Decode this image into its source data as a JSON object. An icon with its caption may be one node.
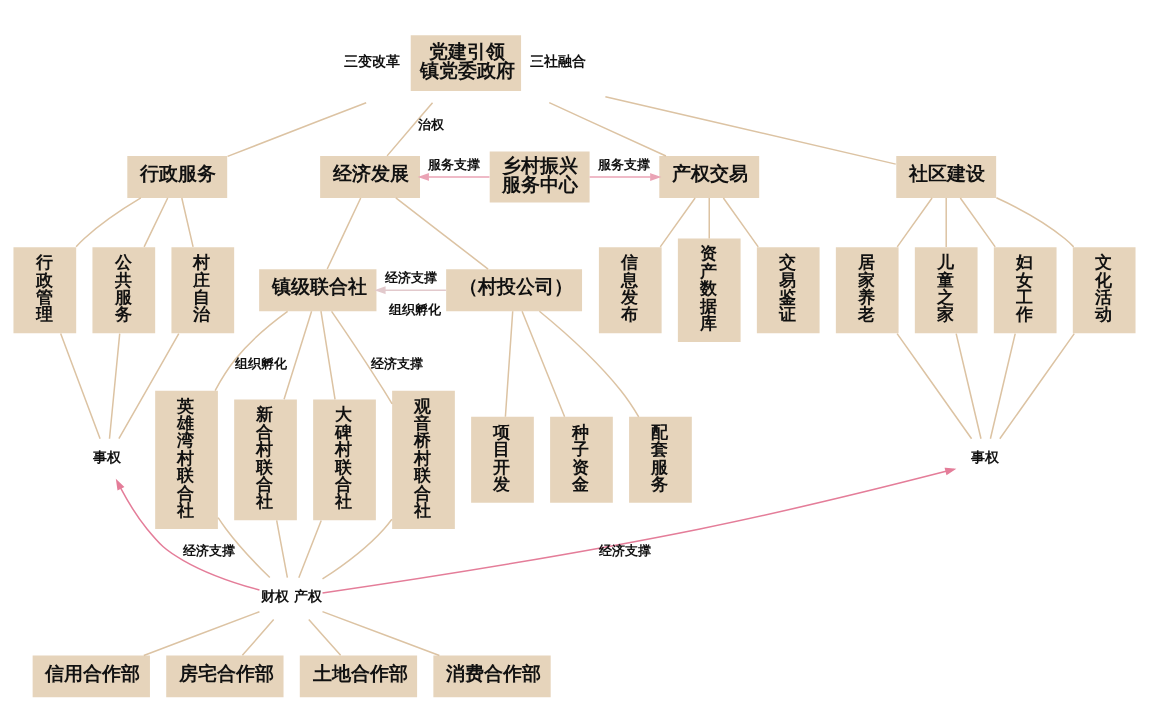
{
  "diagram": {
    "nodes": [
      {
        "text": [
          "党建引领",
          "镇党委政府"
        ],
        "beside": [
          "三变改革",
          "三社融合"
        ]
      },
      {
        "text": [
          "行政服务"
        ]
      },
      {
        "text": [
          "经济发展"
        ]
      },
      {
        "text": [
          "乡村振兴服务中心"
        ]
      },
      {
        "text": [
          "产权交易"
        ]
      },
      {
        "text": [
          "社区建设"
        ]
      },
      {
        "text": [
          "行政管理"
        ]
      },
      {
        "text": [
          "公共服务"
        ]
      },
      {
        "text": [
          "村庄自治"
        ]
      },
      {
        "text": [
          "镇级联合社"
        ]
      },
      {
        "text": [
          "（村投公司）"
        ]
      },
      {
        "text": [
          "英雄湾村联合社"
        ]
      },
      {
        "text": [
          "新合村联合社"
        ]
      },
      {
        "text": [
          "大碑村联合社"
        ]
      },
      {
        "text": [
          "观音桥村联合社"
        ]
      },
      {
        "text": [
          "项目开发"
        ]
      },
      {
        "text": [
          "种子资金"
        ]
      },
      {
        "text": [
          "配套服务"
        ]
      },
      {
        "text": [
          "信息发布"
        ]
      },
      {
        "text": [
          "资产数据库"
        ]
      },
      {
        "text": [
          "交易鉴证"
        ]
      },
      {
        "text": [
          "居家养老"
        ]
      },
      {
        "text": [
          "儿童之家"
        ]
      },
      {
        "text": [
          "妇女工作"
        ]
      },
      {
        "text": [
          "文化活动"
        ]
      },
      {
        "text": [
          "信用合作部"
        ]
      },
      {
        "text": [
          "房宅合作部"
        ]
      },
      {
        "text": [
          "土地合作部"
        ]
      },
      {
        "text": [
          "消费合作部"
        ]
      },
      {
        "text": [
          "事权"
        ]
      },
      {
        "text": [
          "事权"
        ]
      },
      {
        "text": [
          "财权 产权"
        ]
      }
    ],
    "edges": [
      {
        "from": 0,
        "to": 1,
        "arrow": "none"
      },
      {
        "from": 0,
        "to": 2,
        "arrow": "none",
        "label": "治权"
      },
      {
        "from": 0,
        "to": 4,
        "arrow": "none"
      },
      {
        "from": 0,
        "to": 5,
        "arrow": "none"
      },
      {
        "from": 3,
        "to": 2,
        "arrow": "to",
        "label": "服务支撑",
        "color": "#eaa3b5"
      },
      {
        "from": 3,
        "to": 4,
        "arrow": "to",
        "label": "服务支撑",
        "color": "#eaa3b5"
      },
      {
        "from": 1,
        "to": 6,
        "arrow": "none"
      },
      {
        "from": 1,
        "to": 7,
        "arrow": "none"
      },
      {
        "from": 1,
        "to": 8,
        "arrow": "none"
      },
      {
        "from": 2,
        "to": 9,
        "arrow": "none"
      },
      {
        "from": 2,
        "to": 10,
        "arrow": "none"
      },
      {
        "from": 10,
        "to": 9,
        "arrow": "to",
        "label": "经济支撑",
        "color": "#e2c9cc"
      },
      {
        "from": 9,
        "to": 11,
        "arrow": "none",
        "label": "组织孵化"
      },
      {
        "from": 9,
        "to": 12,
        "arrow": "none"
      },
      {
        "from": 9,
        "to": 13,
        "arrow": "none"
      },
      {
        "from": 9,
        "to": 14,
        "arrow": "none",
        "label": "经济支撑"
      },
      {
        "from": 10,
        "to": 15,
        "arrow": "none"
      },
      {
        "from": 10,
        "to": 16,
        "arrow": "none"
      },
      {
        "from": 10,
        "to": 17,
        "arrow": "none"
      },
      {
        "from": 4,
        "to": 18,
        "arrow": "none"
      },
      {
        "from": 4,
        "to": 19,
        "arrow": "none"
      },
      {
        "from": 4,
        "to": 20,
        "arrow": "none"
      },
      {
        "from": 5,
        "to": 21,
        "arrow": "none"
      },
      {
        "from": 5,
        "to": 22,
        "arrow": "none"
      },
      {
        "from": 5,
        "to": 23,
        "arrow": "none"
      },
      {
        "from": 5,
        "to": 24,
        "arrow": "none"
      },
      {
        "from": 6,
        "to": 29,
        "arrow": "none"
      },
      {
        "from": 7,
        "to": 29,
        "arrow": "none"
      },
      {
        "from": 8,
        "to": 29,
        "arrow": "none"
      },
      {
        "from": 21,
        "to": 30,
        "arrow": "none"
      },
      {
        "from": 22,
        "to": 30,
        "arrow": "none"
      },
      {
        "from": 23,
        "to": 30,
        "arrow": "none"
      },
      {
        "from": 24,
        "to": 30,
        "arrow": "none"
      },
      {
        "from": 11,
        "to": 31,
        "arrow": "none"
      },
      {
        "from": 12,
        "to": 31,
        "arrow": "none"
      },
      {
        "from": 13,
        "to": 31,
        "arrow": "none"
      },
      {
        "from": 14,
        "to": 31,
        "arrow": "none"
      },
      {
        "from": 31,
        "to": 25,
        "arrow": "none"
      },
      {
        "from": 31,
        "to": 26,
        "arrow": "none"
      },
      {
        "from": 31,
        "to": 27,
        "arrow": "none"
      },
      {
        "from": 31,
        "to": 28,
        "arrow": "none"
      },
      {
        "from": 31,
        "to": 29,
        "arrow": "to",
        "label": "经济支撑",
        "color": "#e47d99"
      },
      {
        "from": 31,
        "to": 30,
        "arrow": "to",
        "label": "经济支撑",
        "color": "#e47d99"
      }
    ],
    "labels": [
      "组织孵化"
    ]
  }
}
